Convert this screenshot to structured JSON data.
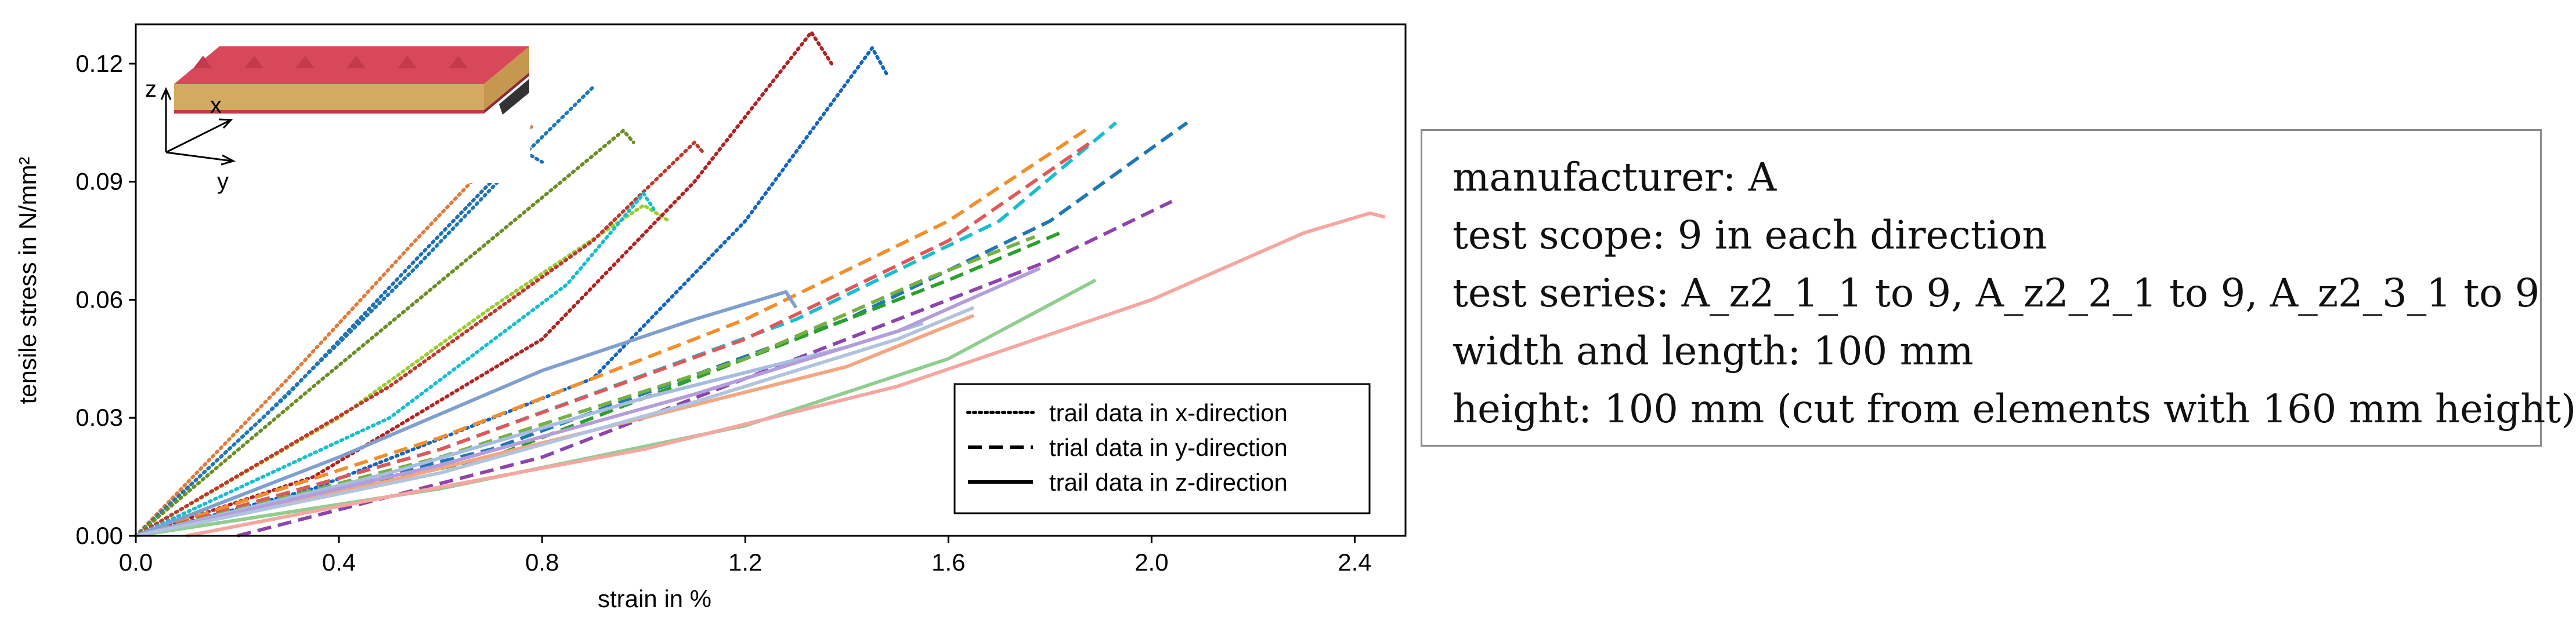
{
  "chart_data": {
    "type": "line",
    "xlabel": "strain in %",
    "ylabel": "tensile stress in N/mm²",
    "xlim": [
      0,
      2.5
    ],
    "ylim": [
      0,
      0.13
    ],
    "x_ticks": [
      0.0,
      0.4,
      0.8,
      1.2,
      1.6,
      2.0,
      2.4
    ],
    "x_tick_labels": [
      "0.0",
      "0.4",
      "0.8",
      "1.2",
      "1.6",
      "2.0",
      "2.4"
    ],
    "y_ticks": [
      0.0,
      0.03,
      0.06,
      0.09,
      0.12
    ],
    "y_tick_labels": [
      "0.00",
      "0.03",
      "0.06",
      "0.09",
      "0.12"
    ],
    "grid": false,
    "legend_position": "bottom-right",
    "legend": [
      {
        "label": "trail data in x-direction",
        "style": "dotted"
      },
      {
        "label": "trial data in y-direction",
        "style": "dashed"
      },
      {
        "label": "trail data in z-direction",
        "style": "solid"
      }
    ],
    "inset": {
      "axis_labels": [
        "z",
        "x",
        "y"
      ]
    },
    "series": [
      {
        "style": "dotted",
        "color": "#e07b39",
        "x": [
          0,
          0.3,
          0.55,
          0.75,
          0.78
        ],
        "y": [
          0,
          0.04,
          0.075,
          0.102,
          0.104
        ]
      },
      {
        "style": "dotted",
        "color": "#1f6fb4",
        "x": [
          0,
          0.3,
          0.55,
          0.76,
          0.8
        ],
        "y": [
          0,
          0.036,
          0.07,
          0.098,
          0.095
        ]
      },
      {
        "style": "dotted",
        "color": "#1f77b4",
        "x": [
          0,
          0.25,
          0.55,
          0.75,
          0.9
        ],
        "y": [
          0,
          0.03,
          0.068,
          0.095,
          0.114
        ]
      },
      {
        "style": "dotted",
        "color": "#6b8e23",
        "x": [
          0,
          0.35,
          0.65,
          0.96,
          0.98
        ],
        "y": [
          0,
          0.038,
          0.07,
          0.103,
          0.1
        ]
      },
      {
        "style": "dotted",
        "color": "#9acd32",
        "x": [
          0,
          0.4,
          0.7,
          1.0,
          1.05
        ],
        "y": [
          0,
          0.03,
          0.058,
          0.084,
          0.08
        ]
      },
      {
        "style": "dotted",
        "color": "#c0392b",
        "x": [
          0,
          0.5,
          0.9,
          1.1,
          1.12
        ],
        "y": [
          0,
          0.038,
          0.075,
          0.1,
          0.097
        ]
      },
      {
        "style": "dotted",
        "color": "#17becf",
        "x": [
          0,
          0.5,
          0.85,
          1.0,
          1.02
        ],
        "y": [
          0,
          0.03,
          0.064,
          0.087,
          0.083
        ]
      },
      {
        "style": "dotted",
        "color": "#b22222",
        "x": [
          0,
          0.35,
          0.8,
          1.1,
          1.33,
          1.37
        ],
        "y": [
          0,
          0.015,
          0.05,
          0.09,
          0.128,
          0.12
        ]
      },
      {
        "style": "dotted",
        "color": "#1565c0",
        "x": [
          0,
          0.35,
          0.9,
          1.2,
          1.45,
          1.48
        ],
        "y": [
          0,
          0.012,
          0.04,
          0.08,
          0.124,
          0.117
        ]
      },
      {
        "style": "dashed",
        "color": "#f28e2b",
        "x": [
          0,
          0.6,
          1.2,
          1.6,
          1.88
        ],
        "y": [
          0,
          0.025,
          0.055,
          0.08,
          0.104
        ]
      },
      {
        "style": "dashed",
        "color": "#17becf",
        "x": [
          0,
          0.6,
          1.3,
          1.7,
          1.93
        ],
        "y": [
          0,
          0.022,
          0.055,
          0.08,
          0.105
        ]
      },
      {
        "style": "dashed",
        "color": "#1f77b4",
        "x": [
          0,
          0.7,
          1.4,
          1.8,
          2.07
        ],
        "y": [
          0,
          0.022,
          0.055,
          0.08,
          0.105
        ]
      },
      {
        "style": "dashed",
        "color": "#e15759",
        "x": [
          0,
          0.6,
          1.2,
          1.6,
          1.88
        ],
        "y": [
          0,
          0.022,
          0.05,
          0.075,
          0.1
        ]
      },
      {
        "style": "dashed",
        "color": "#8e44ad",
        "x": [
          0.2,
          0.8,
          1.4,
          1.8,
          2.04
        ],
        "y": [
          0,
          0.02,
          0.05,
          0.07,
          0.085
        ]
      },
      {
        "style": "dashed",
        "color": "#2ca02c",
        "x": [
          0,
          0.7,
          1.3,
          1.6,
          1.82
        ],
        "y": [
          0,
          0.02,
          0.05,
          0.065,
          0.077
        ]
      },
      {
        "style": "dashed",
        "color": "#76b041",
        "x": [
          0,
          0.6,
          1.2,
          1.55,
          1.77
        ],
        "y": [
          0,
          0.02,
          0.045,
          0.065,
          0.076
        ]
      },
      {
        "style": "solid",
        "color": "#7f9fcf",
        "x": [
          0,
          0.4,
          0.8,
          1.1,
          1.28,
          1.3
        ],
        "y": [
          0,
          0.02,
          0.042,
          0.055,
          0.062,
          0.058
        ]
      },
      {
        "style": "solid",
        "color": "#a6bde0",
        "x": [
          0,
          0.5,
          1.0,
          1.4,
          1.55
        ],
        "y": [
          0,
          0.016,
          0.035,
          0.048,
          0.054
        ]
      },
      {
        "style": "solid",
        "color": "#f4a582",
        "x": [
          0,
          0.5,
          1.0,
          1.4,
          1.65
        ],
        "y": [
          0,
          0.014,
          0.03,
          0.043,
          0.056
        ]
      },
      {
        "style": "solid",
        "color": "#b39ddb",
        "x": [
          0,
          0.6,
          1.1,
          1.5,
          1.78
        ],
        "y": [
          0,
          0.018,
          0.036,
          0.052,
          0.068
        ]
      },
      {
        "style": "solid",
        "color": "#8fce8f",
        "x": [
          0,
          0.6,
          1.2,
          1.6,
          1.89
        ],
        "y": [
          0,
          0.012,
          0.028,
          0.045,
          0.065
        ]
      },
      {
        "style": "solid",
        "color": "#b0c4de",
        "x": [
          0,
          0.6,
          1.1,
          1.5,
          1.65
        ],
        "y": [
          0,
          0.016,
          0.034,
          0.05,
          0.058
        ]
      },
      {
        "style": "solid",
        "color": "#f6a6a0",
        "x": [
          0.1,
          0.5,
          1.0,
          1.5,
          2.0,
          2.3,
          2.43,
          2.46
        ],
        "y": [
          0,
          0.01,
          0.022,
          0.038,
          0.06,
          0.077,
          0.082,
          0.081
        ]
      }
    ]
  },
  "info_box": {
    "lines": [
      "manufacturer: A",
      "test scope: 9 in each direction",
      "test series: A_z2_1_1 to 9, A_z2_2_1 to 9, A_z2_3_1 to 9",
      "width and length: 100 mm",
      "height: 100 mm (cut from elements with 160 mm height)"
    ]
  }
}
